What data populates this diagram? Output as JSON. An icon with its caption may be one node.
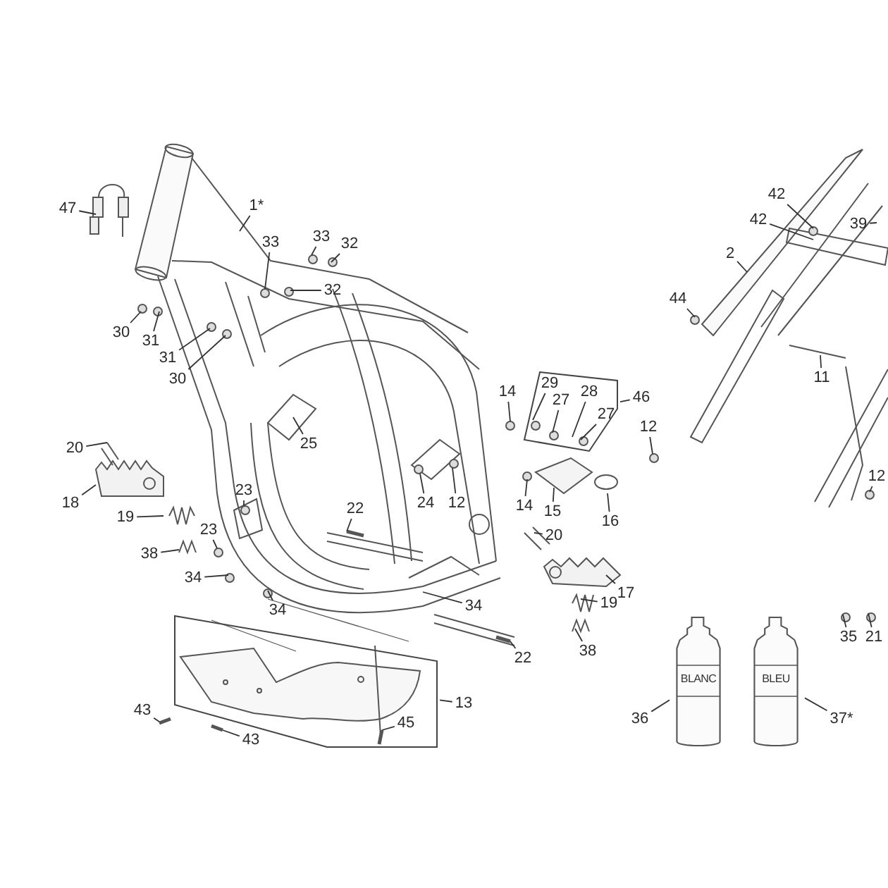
{
  "diagram": {
    "nodes": [
      {
        "text": [
          "47"
        ]
      },
      {
        "text": [
          "1*"
        ]
      },
      {
        "text": [
          "33"
        ]
      },
      {
        "text": [
          "33"
        ]
      },
      {
        "text": [
          "32"
        ]
      },
      {
        "text": [
          "32"
        ]
      },
      {
        "text": [
          "30"
        ]
      },
      {
        "text": [
          "31"
        ]
      },
      {
        "text": [
          "31"
        ]
      },
      {
        "text": [
          "30"
        ]
      },
      {
        "text": [
          "42"
        ]
      },
      {
        "text": [
          "42"
        ]
      },
      {
        "text": [
          "39"
        ]
      },
      {
        "text": [
          "2"
        ]
      },
      {
        "text": [
          "44"
        ]
      },
      {
        "text": [
          "11"
        ]
      },
      {
        "text": [],
        "shape": "box"
      },
      {
        "text": [
          "29"
        ],
        "in": 16
      },
      {
        "text": [
          "27"
        ],
        "in": 16
      },
      {
        "text": [
          "28"
        ],
        "in": 16
      },
      {
        "text": [
          "27"
        ],
        "in": 16
      },
      {
        "text": [
          "46"
        ]
      },
      {
        "text": [
          "14"
        ]
      },
      {
        "text": [
          "12"
        ]
      },
      {
        "text": [
          "25"
        ]
      },
      {
        "text": [
          "20"
        ]
      },
      {
        "text": [
          "12"
        ]
      },
      {
        "text": [
          "18"
        ]
      },
      {
        "text": [
          "23"
        ]
      },
      {
        "text": [
          "22"
        ]
      },
      {
        "text": [
          "24"
        ]
      },
      {
        "text": [
          "12"
        ]
      },
      {
        "text": [
          "14"
        ]
      },
      {
        "text": [
          "15"
        ]
      },
      {
        "text": [
          "16"
        ]
      },
      {
        "text": [
          "19"
        ]
      },
      {
        "text": [
          "20"
        ]
      },
      {
        "text": [
          "38"
        ]
      },
      {
        "text": [
          "23"
        ]
      },
      {
        "text": [
          "34"
        ]
      },
      {
        "text": [
          "17"
        ]
      },
      {
        "text": [
          "34"
        ]
      },
      {
        "text": [
          "19"
        ]
      },
      {
        "text": [
          "34"
        ]
      },
      {
        "text": [
          "35"
        ]
      },
      {
        "text": [
          "21"
        ]
      },
      {
        "text": [
          "38"
        ]
      },
      {
        "text": [
          "22"
        ]
      },
      {
        "text": [],
        "shape": "box"
      },
      {
        "text": [
          "13"
        ]
      },
      {
        "text": [
          "43"
        ]
      },
      {
        "text": [
          "45"
        ],
        "in": 48
      },
      {
        "text": [
          "43"
        ]
      },
      {
        "text": [
          "BLANC"
        ]
      },
      {
        "text": [
          "BLEU"
        ]
      },
      {
        "text": [
          "36"
        ]
      },
      {
        "text": [
          "37*"
        ]
      }
    ],
    "edges": [
      {
        "from": 0,
        "to": null,
        "arrow": "none"
      },
      {
        "from": 1,
        "to": null,
        "arrow": "none"
      },
      {
        "from": 2,
        "to": null,
        "arrow": "none"
      },
      {
        "from": 3,
        "to": null,
        "arrow": "none"
      },
      {
        "from": 4,
        "to": null,
        "arrow": "none"
      },
      {
        "from": 5,
        "to": null,
        "arrow": "none"
      },
      {
        "from": 6,
        "to": null,
        "arrow": "none"
      },
      {
        "from": 7,
        "to": null,
        "arrow": "none"
      },
      {
        "from": 8,
        "to": null,
        "arrow": "none"
      },
      {
        "from": 9,
        "to": null,
        "arrow": "none"
      },
      {
        "from": 10,
        "to": null,
        "arrow": "none"
      },
      {
        "from": 11,
        "to": null,
        "arrow": "none"
      },
      {
        "from": 12,
        "to": null,
        "arrow": "none"
      },
      {
        "from": 13,
        "to": null,
        "arrow": "none"
      },
      {
        "from": 14,
        "to": null,
        "arrow": "none"
      },
      {
        "from": 15,
        "to": null,
        "arrow": "none"
      },
      {
        "from": 17,
        "to": null,
        "arrow": "none"
      },
      {
        "from": 18,
        "to": null,
        "arrow": "none"
      },
      {
        "from": 19,
        "to": null,
        "arrow": "none"
      },
      {
        "from": 20,
        "to": null,
        "arrow": "none"
      },
      {
        "from": 21,
        "to": 16,
        "arrow": "none"
      },
      {
        "from": 22,
        "to": null,
        "arrow": "none"
      },
      {
        "from": 23,
        "to": null,
        "arrow": "none"
      },
      {
        "from": 24,
        "to": null,
        "arrow": "none"
      },
      {
        "from": 25,
        "to": null,
        "arrow": "none"
      },
      {
        "from": 26,
        "to": null,
        "arrow": "none"
      },
      {
        "from": 27,
        "to": null,
        "arrow": "none"
      },
      {
        "from": 28,
        "to": null,
        "arrow": "none"
      },
      {
        "from": 29,
        "to": null,
        "arrow": "none"
      },
      {
        "from": 30,
        "to": null,
        "arrow": "none"
      },
      {
        "from": 31,
        "to": null,
        "arrow": "none"
      },
      {
        "from": 32,
        "to": null,
        "arrow": "none"
      },
      {
        "from": 33,
        "to": null,
        "arrow": "none"
      },
      {
        "from": 34,
        "to": null,
        "arrow": "none"
      },
      {
        "from": 35,
        "to": null,
        "arrow": "none"
      },
      {
        "from": 36,
        "to": null,
        "arrow": "none"
      },
      {
        "from": 37,
        "to": null,
        "arrow": "none"
      },
      {
        "from": 38,
        "to": null,
        "arrow": "none"
      },
      {
        "from": 39,
        "to": null,
        "arrow": "none"
      },
      {
        "from": 40,
        "to": null,
        "arrow": "none"
      },
      {
        "from": 41,
        "to": null,
        "arrow": "none"
      },
      {
        "from": 42,
        "to": null,
        "arrow": "none"
      },
      {
        "from": 43,
        "to": null,
        "arrow": "none"
      },
      {
        "from": 44,
        "to": null,
        "arrow": "none"
      },
      {
        "from": 45,
        "to": null,
        "arrow": "none"
      },
      {
        "from": 46,
        "to": null,
        "arrow": "none"
      },
      {
        "from": 47,
        "to": null,
        "arrow": "none"
      },
      {
        "from": 49,
        "to": 48,
        "arrow": "none"
      },
      {
        "from": 50,
        "to": null,
        "arrow": "none"
      },
      {
        "from": 51,
        "to": null,
        "arrow": "none"
      },
      {
        "from": 52,
        "to": null,
        "arrow": "none"
      },
      {
        "from": 55,
        "to": 53,
        "arrow": "none"
      },
      {
        "from": 56,
        "to": 54,
        "arrow": "none"
      }
    ]
  }
}
